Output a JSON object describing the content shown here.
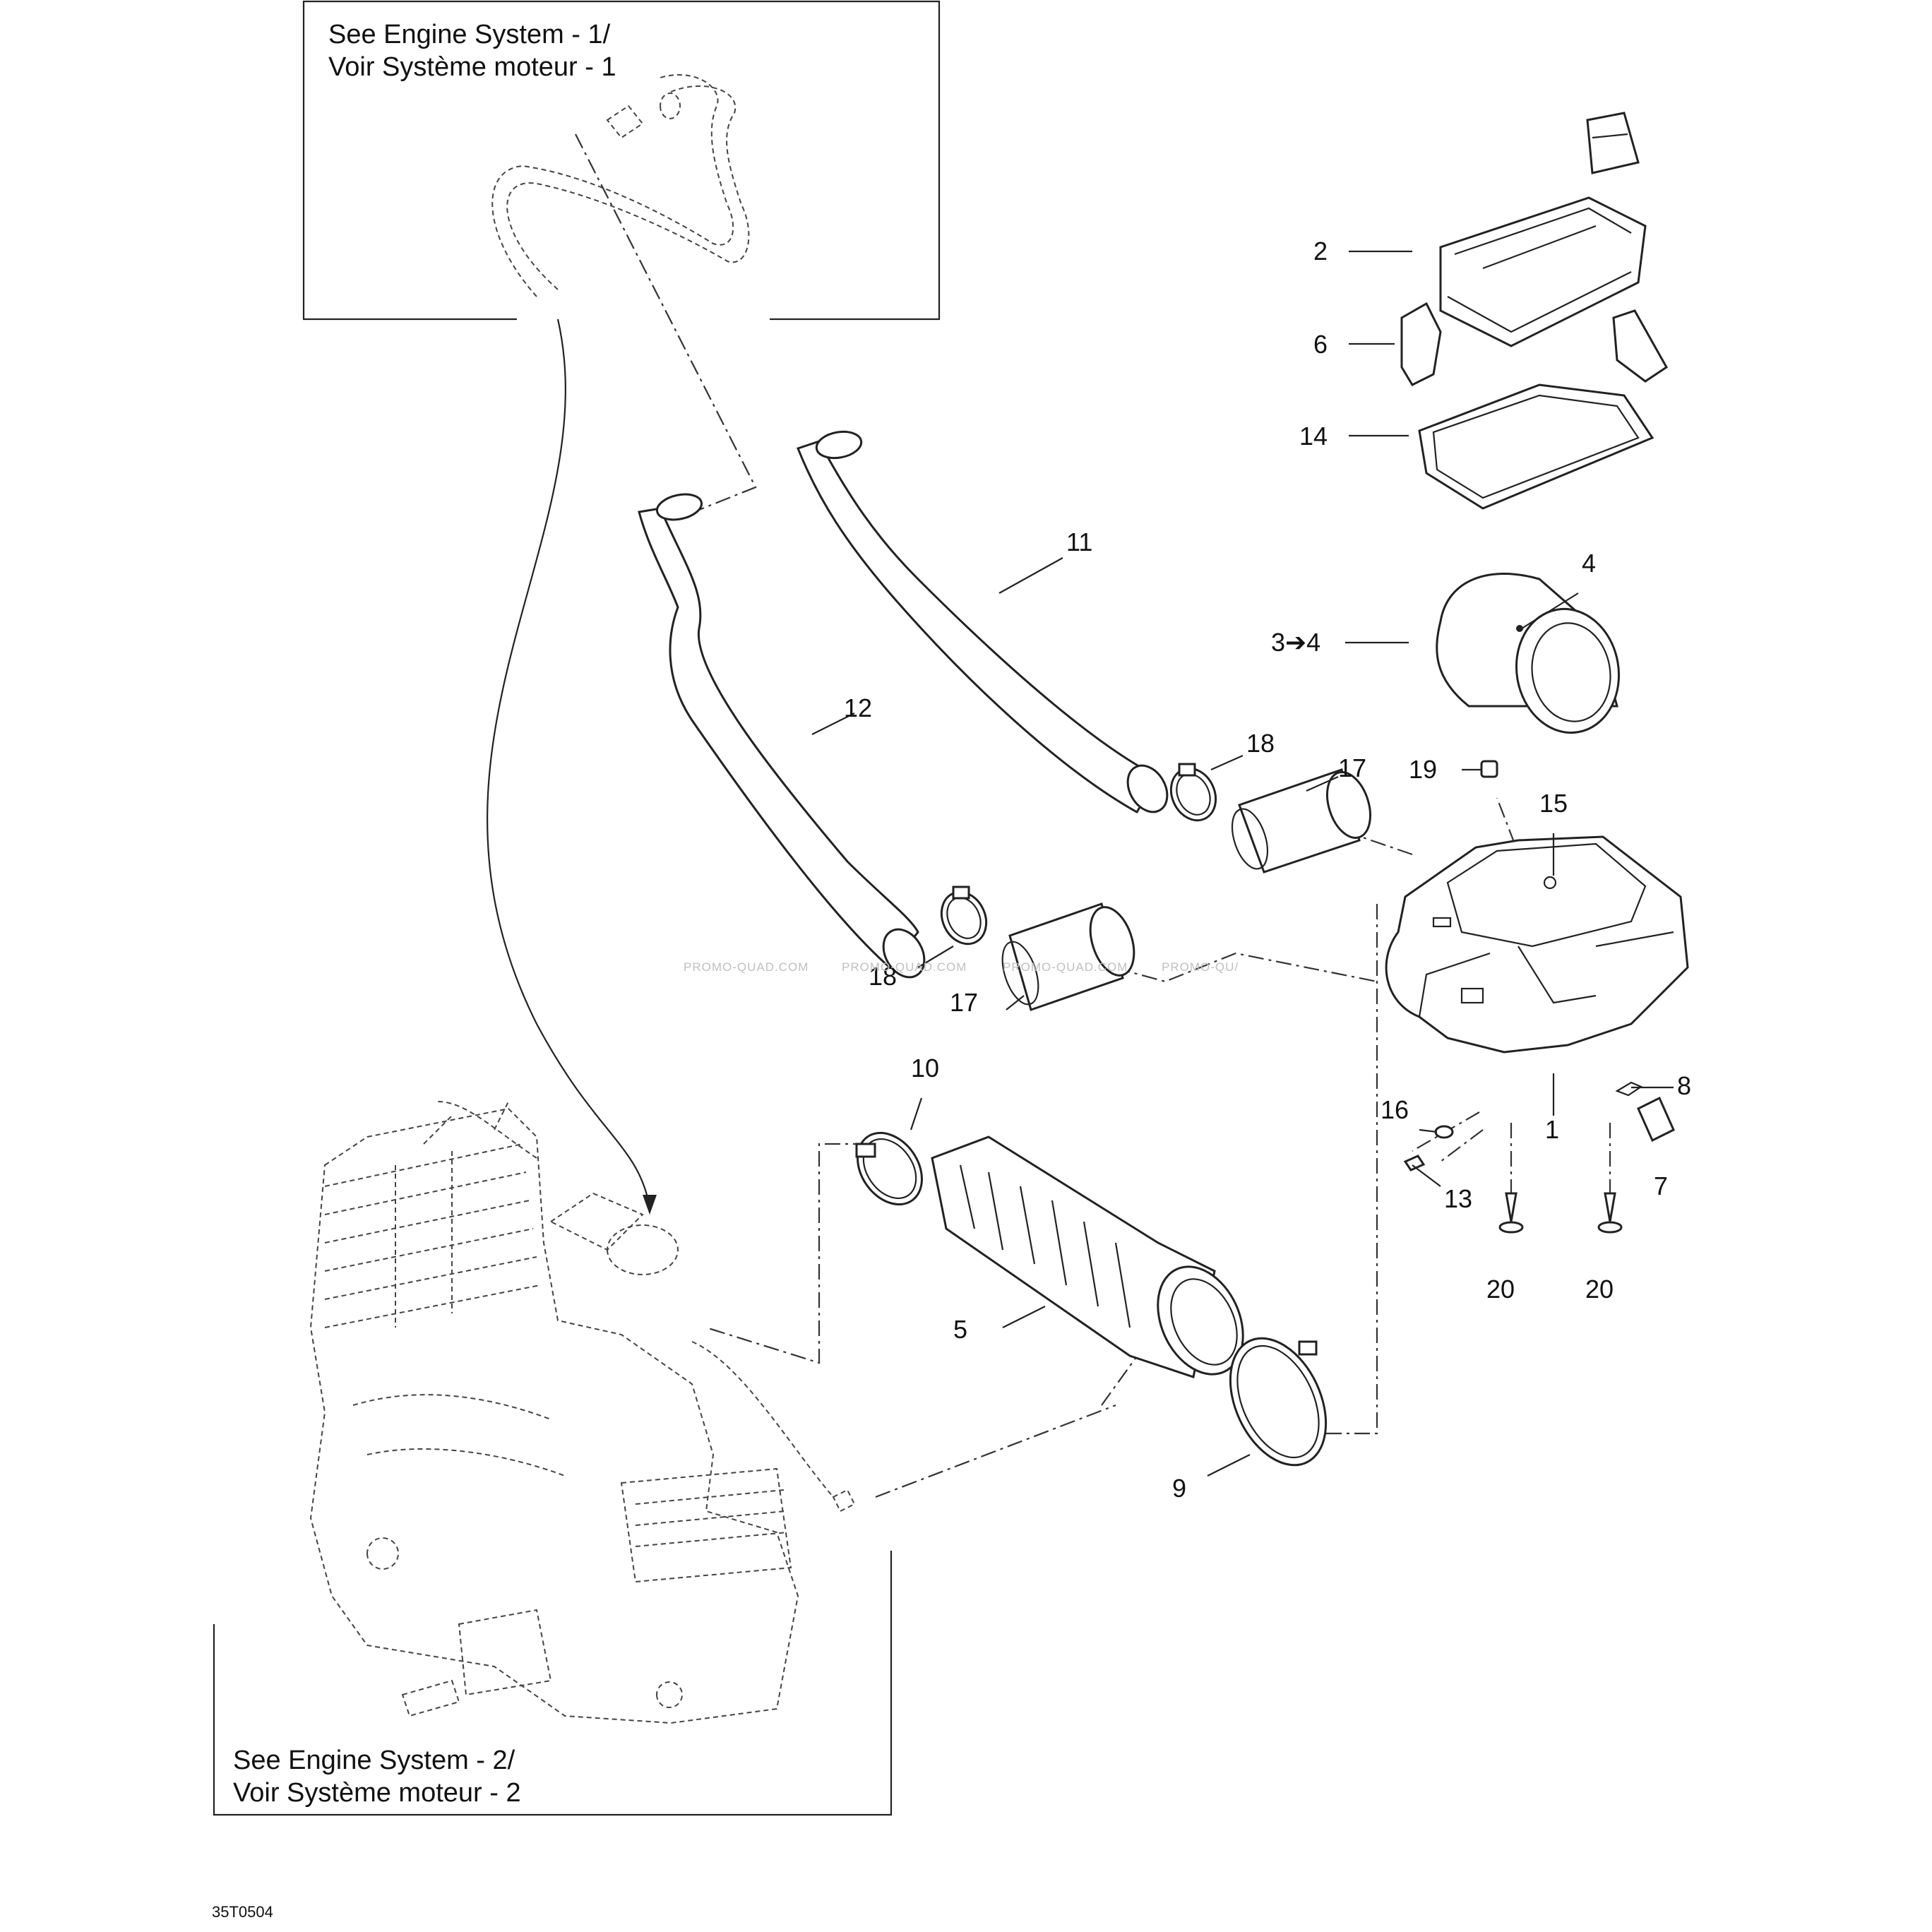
{
  "refs": {
    "top": [
      "See Engine System - 1/",
      "Voir Système moteur - 1"
    ],
    "bottom": [
      "See Engine System - 2/",
      "Voir Système moteur - 2"
    ]
  },
  "callouts": [
    {
      "id": "c2",
      "text": "2"
    },
    {
      "id": "c6",
      "text": "6"
    },
    {
      "id": "c14",
      "text": "14"
    },
    {
      "id": "c11",
      "text": "11"
    },
    {
      "id": "c4",
      "text": "4"
    },
    {
      "id": "c34",
      "text": "3➔4"
    },
    {
      "id": "c12",
      "text": "12"
    },
    {
      "id": "c18a",
      "text": "18"
    },
    {
      "id": "c17a",
      "text": "17"
    },
    {
      "id": "c19",
      "text": "19"
    },
    {
      "id": "c15",
      "text": "15"
    },
    {
      "id": "c18b",
      "text": "18"
    },
    {
      "id": "c17b",
      "text": "17"
    },
    {
      "id": "c10",
      "text": "10"
    },
    {
      "id": "c8",
      "text": "8"
    },
    {
      "id": "c16",
      "text": "16"
    },
    {
      "id": "c1",
      "text": "1"
    },
    {
      "id": "c13",
      "text": "13"
    },
    {
      "id": "c7",
      "text": "7"
    },
    {
      "id": "c20a",
      "text": "20"
    },
    {
      "id": "c20b",
      "text": "20"
    },
    {
      "id": "c5",
      "text": "5"
    },
    {
      "id": "c9",
      "text": "9"
    }
  ],
  "watermarks": [
    "PROMO-QUAD.COM",
    "PROMO-QUAD.COM",
    "PROMO-QUAD.COM",
    "PROMO-QU/"
  ],
  "drawing_code": "35T0504"
}
